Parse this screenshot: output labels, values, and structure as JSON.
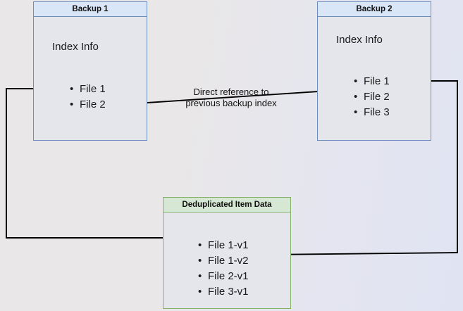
{
  "diagram": {
    "title_hidden": "",
    "background": {
      "gradient_from": "#e9e7e7",
      "gradient_to": "#e0e3f2"
    },
    "colors": {
      "blue_border": "#6c8ebf",
      "blue_header": "#d9e6f8",
      "green_border": "#82b366",
      "green_header": "#d6e8d4",
      "node_body": "#e5e5ec",
      "edge": "#000000",
      "text": "#1a1a1a"
    },
    "nodes": {
      "backup1": {
        "header": "Backup 1",
        "section_label": "Index Info",
        "files": [
          "File 1",
          "File 2"
        ]
      },
      "backup2": {
        "header": "Backup 2",
        "section_label": "Index Info",
        "files": [
          "File 1",
          "File 2",
          "File 3"
        ]
      },
      "dedup": {
        "header": "Deduplicated Item Data",
        "files": [
          "File 1-v1",
          "File 1-v2",
          "File 2-v1",
          "File 3-v1"
        ]
      }
    },
    "edges": {
      "direct_reference": {
        "label_line1": "Direct reference to",
        "label_line2": "previous backup index"
      }
    }
  }
}
